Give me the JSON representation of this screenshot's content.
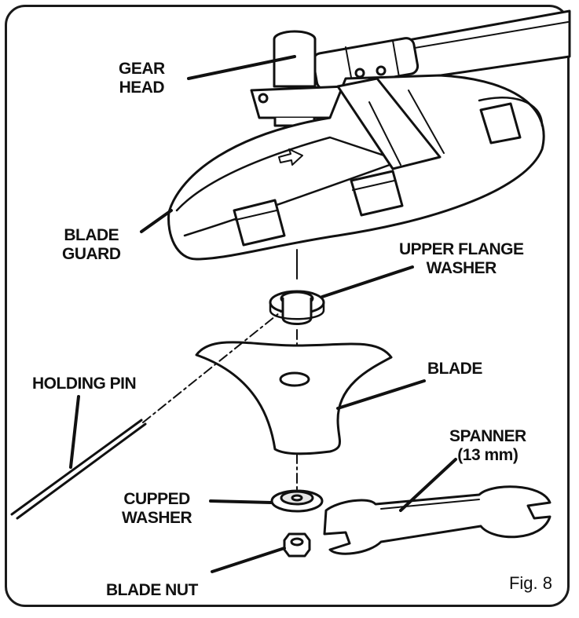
{
  "labels": {
    "gear_head": [
      "GEAR",
      "HEAD"
    ],
    "blade_guard": [
      "BLADE",
      "GUARD"
    ],
    "upper_flange_washer": [
      "UPPER FLANGE",
      "WASHER"
    ],
    "holding_pin": "HOLDING PIN",
    "blade": "BLADE",
    "spanner": [
      "SPANNER",
      "(13 mm)"
    ],
    "cupped_washer": [
      "CUPPED",
      "WASHER"
    ],
    "blade_nut": "BLADE NUT"
  },
  "figure_label": "Fig. 8",
  "colors": {
    "ink": "#111111",
    "paper": "#ffffff",
    "shade": "#e6e6e6"
  }
}
